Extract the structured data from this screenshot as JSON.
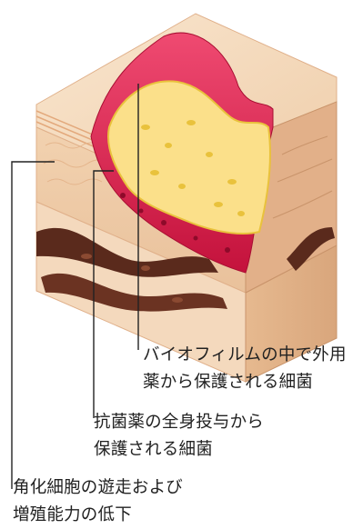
{
  "labels": [
    {
      "line1": "バイオフィルムの中で外用",
      "line2": "薬から保護される細菌"
    },
    {
      "line1": "抗菌薬の全身投与から",
      "line2": "保護される細菌"
    },
    {
      "line1": "角化細胞の遊走および",
      "line2": "増殖能力の低下"
    }
  ],
  "colors": {
    "skin_light": "#f6dfc4",
    "skin_mid": "#f0c9a2",
    "skin_dark": "#d9a57a",
    "wound_pink": "#e8325e",
    "wound_red": "#c4123c",
    "biofilm_yellow": "#fbe08a",
    "biofilm_gold": "#e9c23c",
    "vessel_brown": "#5a2a1c",
    "leader_line": "#222222"
  }
}
